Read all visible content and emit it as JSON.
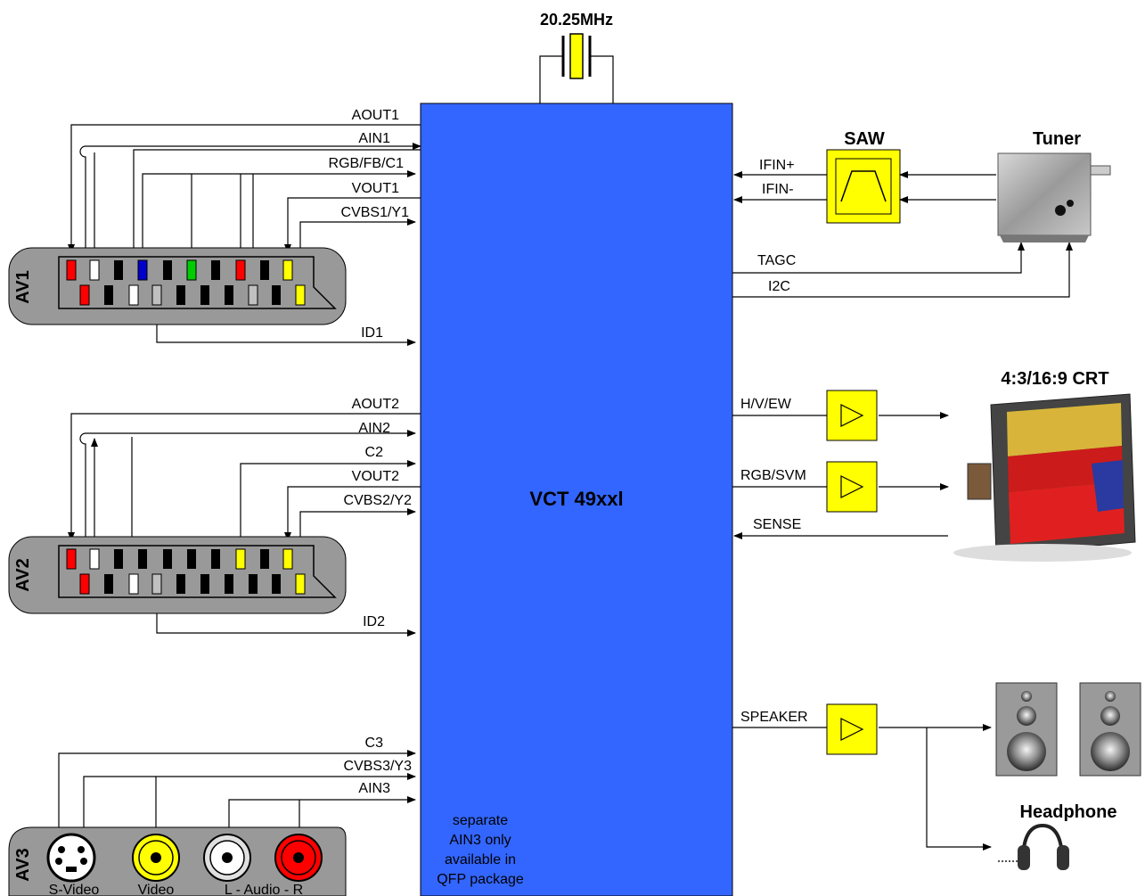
{
  "crystal": "20.25MHz",
  "chip": {
    "name": "VCT 49xxl",
    "note": [
      "separate",
      "AIN3 only",
      "available in",
      "QFP package"
    ]
  },
  "av1": {
    "label": "AV1",
    "signals": [
      "AOUT1",
      "AIN1",
      "RGB/FB/C1",
      "VOUT1",
      "CVBS1/Y1",
      "ID1"
    ]
  },
  "av2": {
    "label": "AV2",
    "signals": [
      "AOUT2",
      "AIN2",
      "C2",
      "VOUT2",
      "CVBS2/Y2",
      "ID2"
    ]
  },
  "av3": {
    "label": "AV3",
    "signals": [
      "C3",
      "CVBS3/Y3",
      "AIN3"
    ],
    "connectors": [
      "S-Video",
      "Video",
      "L - Audio - R"
    ]
  },
  "saw": {
    "title": "SAW",
    "signals": [
      "IFIN+",
      "IFIN-"
    ]
  },
  "tuner": {
    "title": "Tuner",
    "signals": [
      "TAGC",
      "I2C"
    ]
  },
  "crt": {
    "title": "4:3/16:9 CRT",
    "signals": [
      "H/V/EW",
      "RGB/SVM",
      "SENSE"
    ]
  },
  "audio": {
    "signal": "SPEAKER",
    "headphone": "Headphone"
  },
  "colors": {
    "chip": "#3366ff",
    "yellow": "#ffff00",
    "connector_panel": "#999999",
    "pin_red": "#ff0000",
    "pin_white": "#ffffff",
    "pin_blue": "#0000cc",
    "pin_green": "#00cc00",
    "pin_yellow": "#ffff00",
    "pin_grey": "#c0c0c0",
    "pin_black": "#000000"
  }
}
